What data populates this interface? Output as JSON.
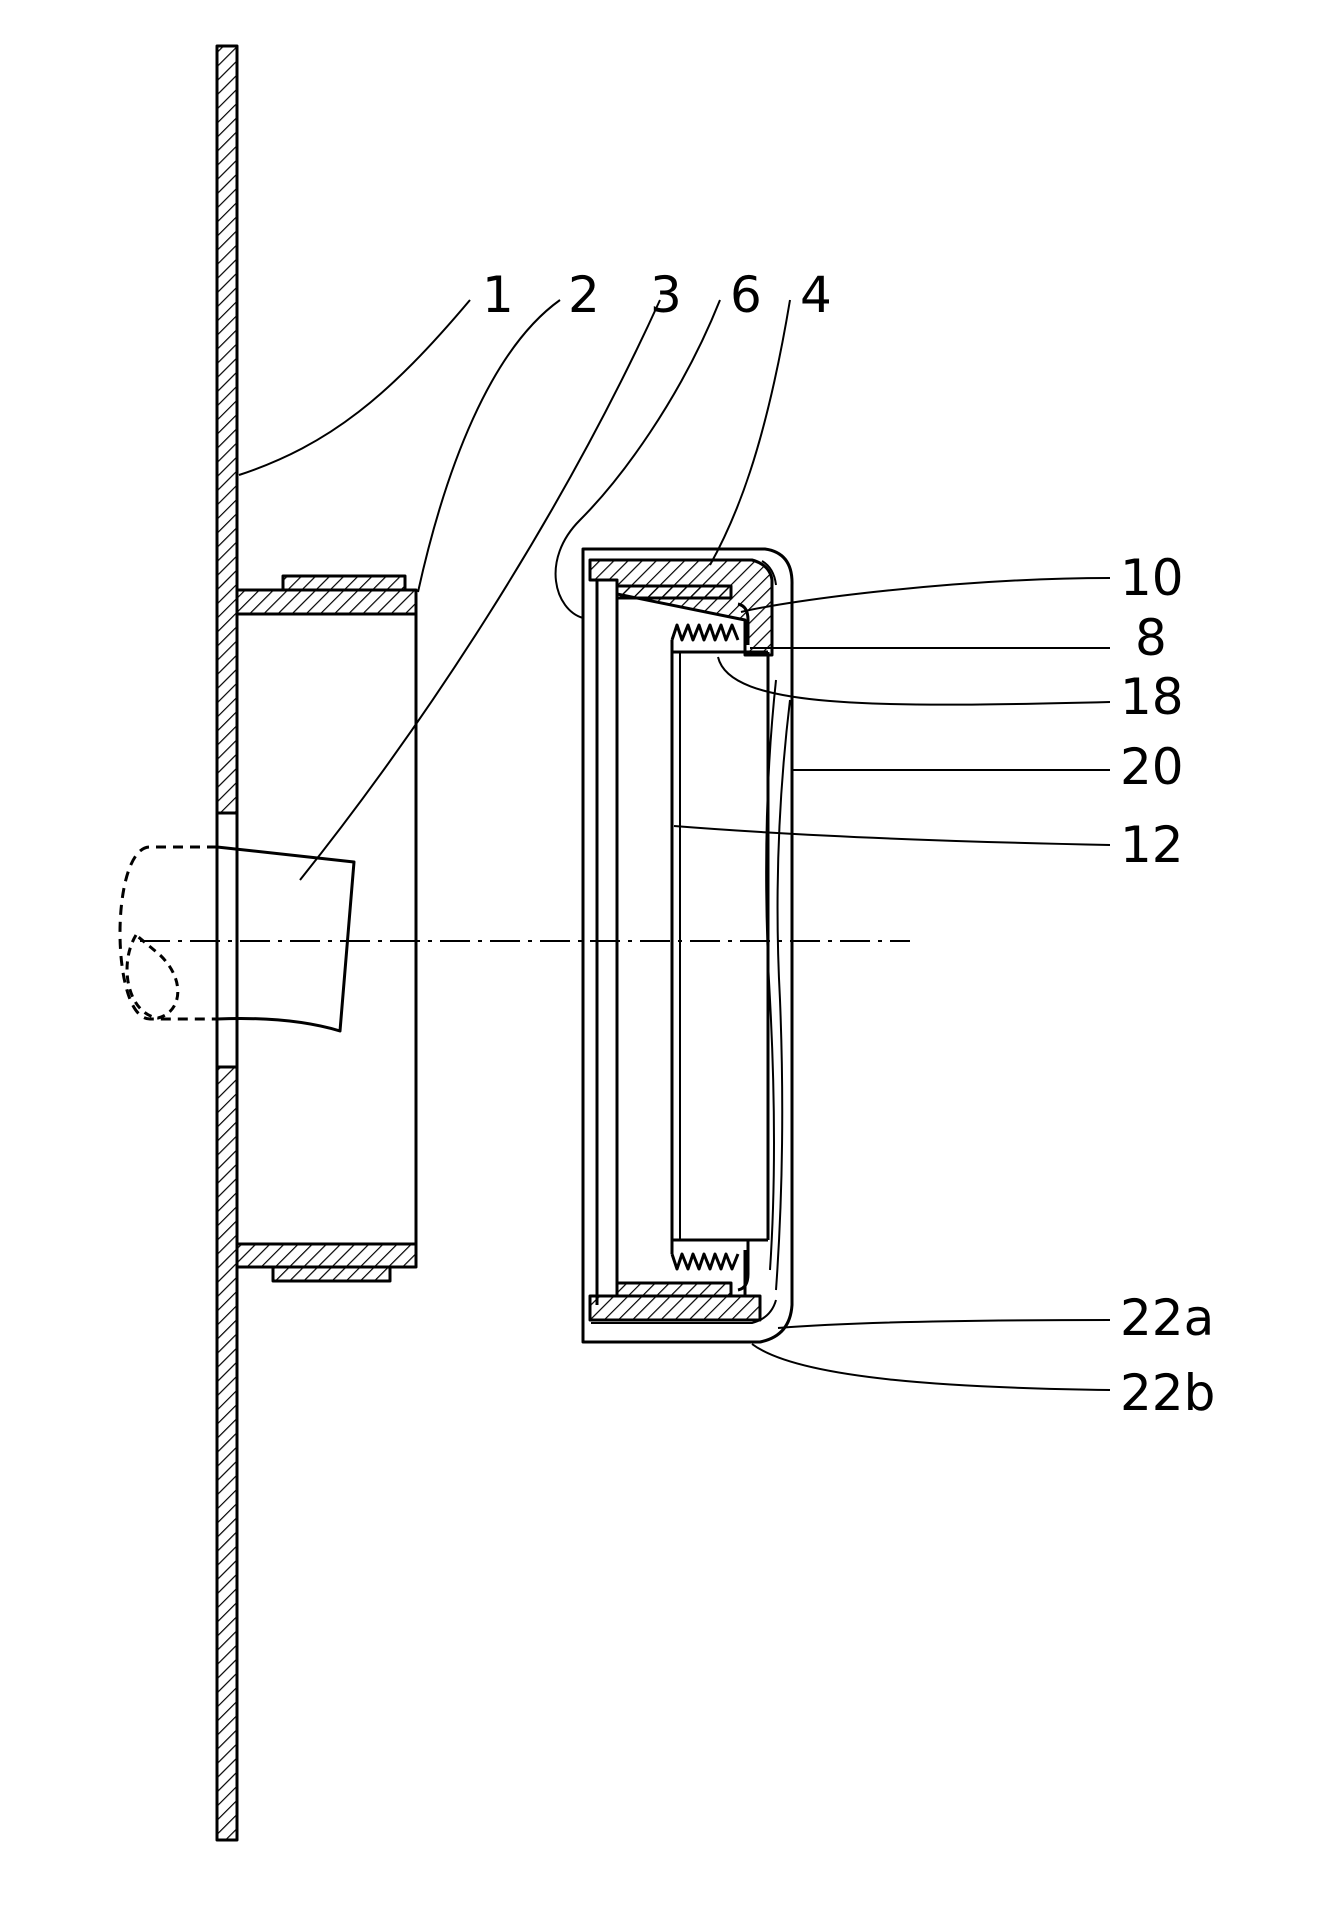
{
  "labels": {
    "l1": "1",
    "l2": "2",
    "l3": "3",
    "l6": "6",
    "l4": "4",
    "l10": "10",
    "l8": "8",
    "l18": "18",
    "l20": "20",
    "l12": "12",
    "l22a": "22a",
    "l22b": "22b"
  }
}
